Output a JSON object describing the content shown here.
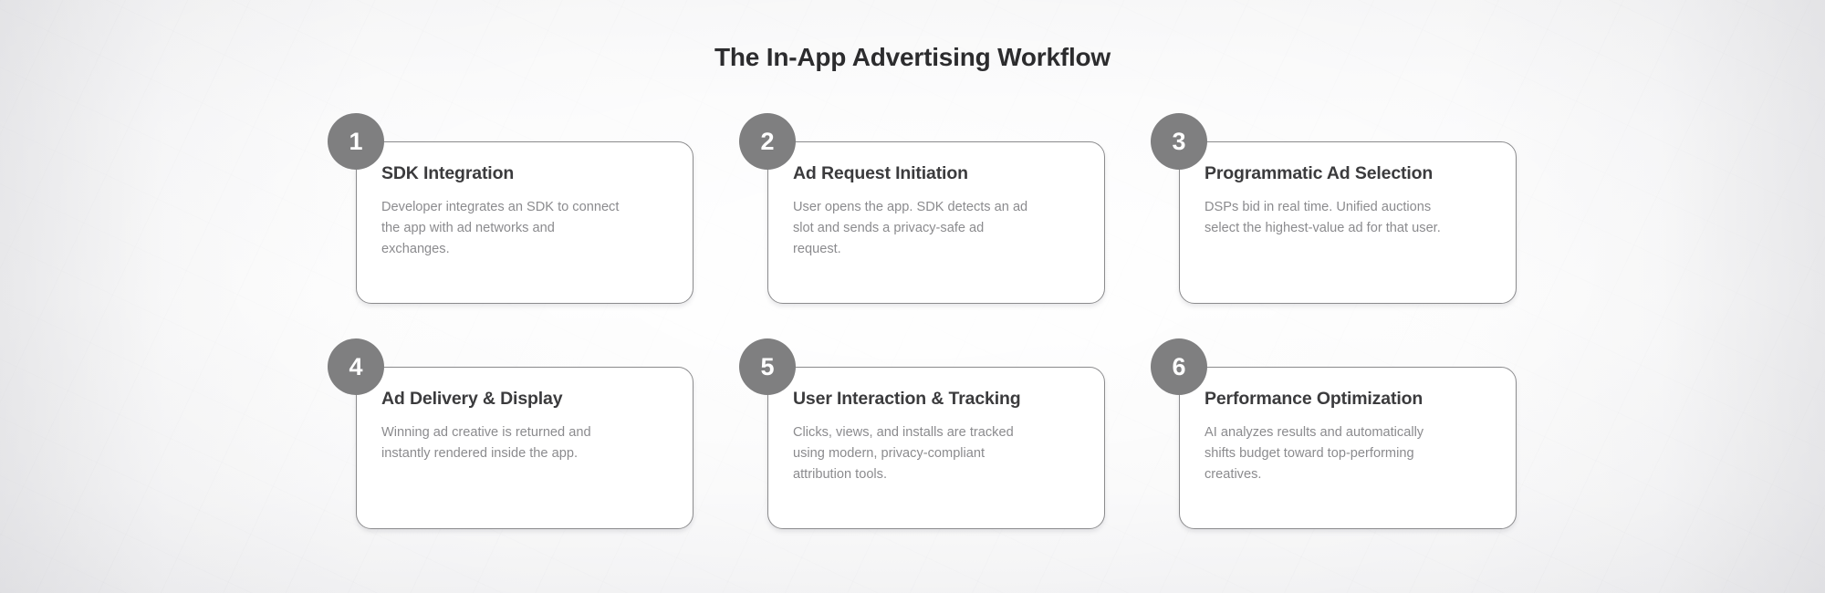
{
  "header": {
    "title": "The In-App Advertising Workflow"
  },
  "theme": {
    "circle_color": "#7f7f80",
    "circle_text_color": "#ffffff",
    "card_background": "#ffffff",
    "card_border_color": "#8b8b8d",
    "heading_color": "#3b3b3d",
    "body_text_color": "#8b8b8e",
    "title_color": "#2c2c2e",
    "page_background": "#fafafa"
  },
  "steps": [
    {
      "number": "1",
      "heading": "SDK Integration",
      "text": "Developer integrates an SDK to connect the app with ad networks and exchanges."
    },
    {
      "number": "2",
      "heading": "Ad Request Initiation",
      "text": "User opens the app. SDK detects an ad slot and sends a privacy-safe ad request."
    },
    {
      "number": "3",
      "heading": "Programmatic Ad Selection",
      "text": "DSPs bid in real time. Unified auctions select the highest-value ad for that user."
    },
    {
      "number": "4",
      "heading": "Ad Delivery & Display",
      "text": "Winning ad creative is returned and instantly rendered inside the app."
    },
    {
      "number": "5",
      "heading": "User Interaction & Tracking",
      "text": "Clicks, views, and installs are tracked using modern, privacy-compliant attribution tools."
    },
    {
      "number": "6",
      "heading": "Performance Optimization",
      "text": "AI analyzes results and automatically shifts budget toward top-performing creatives."
    }
  ]
}
